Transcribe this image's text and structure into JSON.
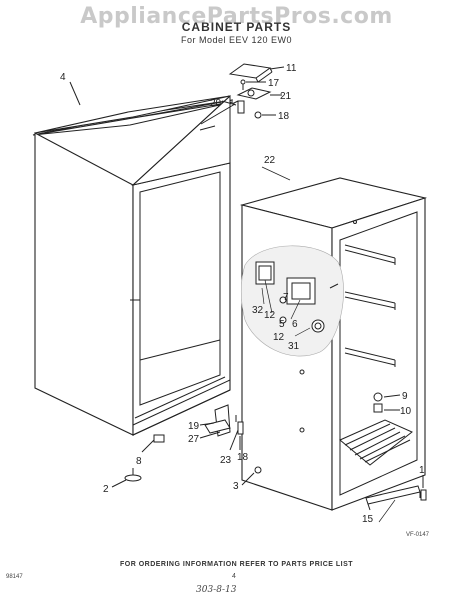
{
  "watermark": "AppliancePartsPros.com",
  "header": {
    "title": "CABINET PARTS",
    "model": "For Model EEV 120 EW0"
  },
  "callouts": {
    "c1": "1",
    "c2": "2",
    "c3": "3",
    "c4": "4",
    "c5": "5",
    "c6": "6",
    "c7": "7",
    "c8": "8",
    "c9": "9",
    "c10": "10",
    "c11": "11",
    "c12a": "12",
    "c12b": "12",
    "c15": "15",
    "c17": "17",
    "c18a": "18",
    "c18b": "18",
    "c19": "19",
    "c20": "20",
    "c21": "21",
    "c22": "22",
    "c23": "23",
    "c27": "27",
    "c31": "31",
    "c32": "32"
  },
  "footer": {
    "order_info": "FOR ORDERING INFORMATION REFER TO PARTS PRICE LIST",
    "left_code": "98147",
    "figure_code": "VF-0147",
    "page": "4",
    "handwritten": "303-8-13"
  }
}
